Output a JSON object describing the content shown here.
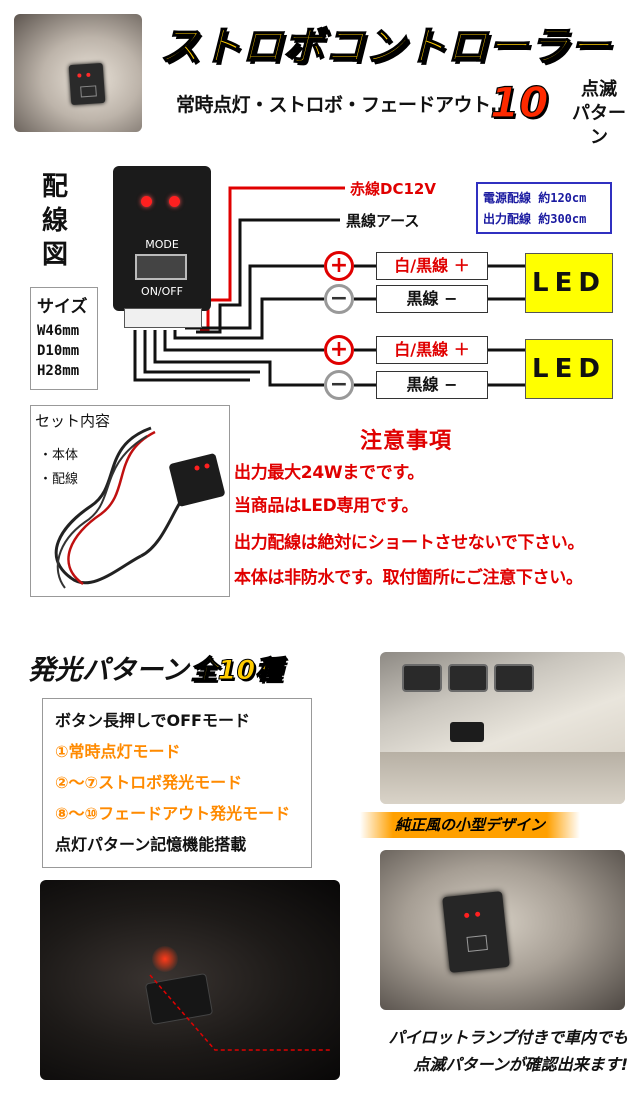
{
  "header": {
    "title": "ストロボコントローラー",
    "subtitle": "常時点灯・ストロボ・フェードアウト…",
    "pattern_count": "10",
    "pattern_unit_line1": "点滅",
    "pattern_unit_line2": "パターン"
  },
  "diagram": {
    "title": "配線図",
    "device_mode_label": "MODE",
    "device_onoff_label": "ON/OFF",
    "red_wire_label": "赤線DC12V",
    "black_wire_label": "黒線アース",
    "spec_power": "電源配線 約120cm",
    "spec_output": "出力配線 約300cm",
    "plus_symbol": "+",
    "minus_symbol": "−",
    "outputs": [
      {
        "plus_label": "白/黒線 ＋",
        "minus_label": "黒線 −",
        "led_label": "LED"
      },
      {
        "plus_label": "白/黒線 ＋",
        "minus_label": "黒線 −",
        "led_label": "LED"
      }
    ]
  },
  "size": {
    "title": "サイズ",
    "width": "W46mm",
    "depth": "D10mm",
    "height": "H28mm"
  },
  "set_contents": {
    "title": "セット内容",
    "items": [
      "・本体",
      "・配線"
    ]
  },
  "caution": {
    "title": "注意事項",
    "items": [
      "出力最大24Wまでです。",
      "当商品はLED専用です。",
      "出力配線は絶対にショートさせないで下さい。",
      "本体は非防水です。取付箇所にご注意下さい。"
    ]
  },
  "patterns": {
    "title": "発光パターン",
    "title_accent": "全10種",
    "modes": [
      "ボタン長押しでOFFモード",
      "①常時点灯モード",
      "②～⑦ストロボ発光モード",
      "⑧～⑩フェードアウト発光モード",
      "点灯パターン記憶機能搭載"
    ]
  },
  "design_tag": "純正風の小型デザイン",
  "pilot_note": {
    "line1": "パイロットランプ付きで車内でも",
    "line2": "点滅パターンが確認出来ます!"
  },
  "colors": {
    "title_yellow": "#ffcc00",
    "count_red": "#ff2a00",
    "caution_red": "#e00000",
    "mode_orange": "#ff8a00",
    "led_yellow": "#ffff00",
    "spec_blue": "#1a1aa0"
  }
}
